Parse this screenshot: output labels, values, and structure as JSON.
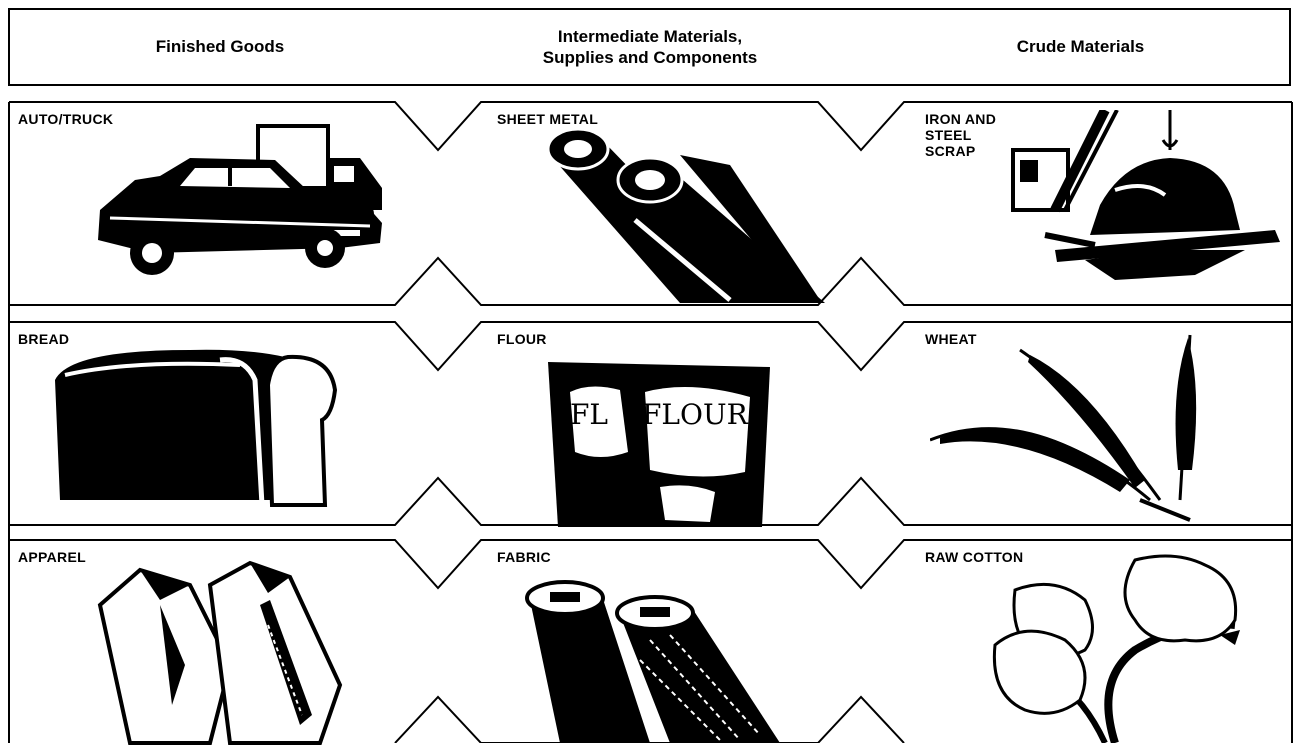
{
  "header": {
    "finished": "Finished Goods",
    "intermediate_line1": "Intermediate Materials,",
    "intermediate_line2": "Supplies and Components",
    "crude": "Crude Materials"
  },
  "rows": [
    {
      "finished": "AUTO/TRUCK",
      "intermediate": "SHEET METAL",
      "crude_lines": [
        "IRON AND",
        "STEEL",
        "SCRAP"
      ]
    },
    {
      "finished": "BREAD",
      "intermediate": "FLOUR",
      "crude": "WHEAT",
      "flour_bag_text_left": "FL",
      "flour_bag_text_right": "FLOUR"
    },
    {
      "finished": "APPAREL",
      "intermediate": "FABRIC",
      "crude": "RAW COTTON"
    }
  ],
  "colors": {
    "ink": "#000000",
    "paper": "#ffffff"
  }
}
